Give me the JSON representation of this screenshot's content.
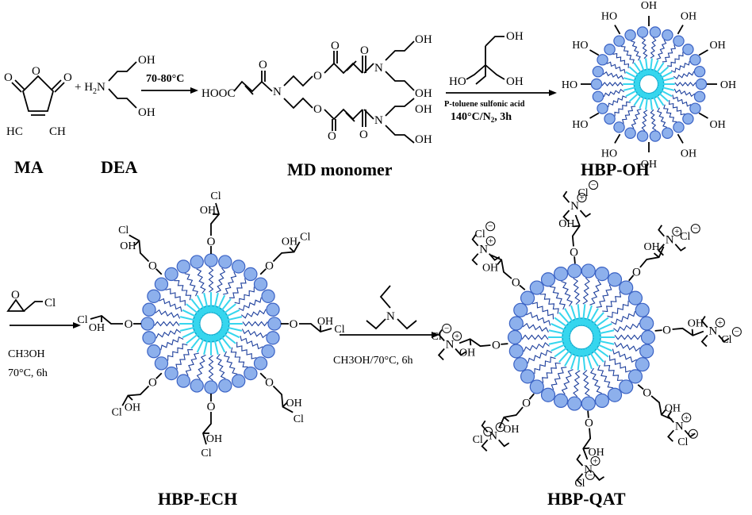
{
  "colors": {
    "sphere_fill": "#8db0ec",
    "sphere_stroke": "#3a62c4",
    "core_fill": "#36d6ee",
    "core_stroke": "#12a8cc",
    "chain": "#1d3f9c",
    "ink": "#000000"
  },
  "compounds": {
    "ma": "MA",
    "dea": "DEA",
    "md": "MD monomer",
    "hbp_oh": "HBP-OH",
    "hbp_ech": "HBP-ECH",
    "hbp_qat": "HBP-QAT"
  },
  "conditions": {
    "step1": "70-80°C",
    "step2_reagent": "P-toluene sulfonic acid",
    "step2_temp": "140°C/N",
    "step2_sub": "2",
    "step2_time": ", 3h",
    "step3_solvent": "CH3OH",
    "step3_time": "70°C, 6h",
    "step4": "CH3OH/70°C, 6h"
  },
  "atoms": {
    "oh": "OH",
    "ho": "HO",
    "hc": "HC",
    "ch": "CH",
    "h2n_pre": "+ H",
    "h2n_sub": "2",
    "h2n_n": "N",
    "hooc": "HOOC",
    "n": "N",
    "o": "O",
    "cl": "Cl",
    "plus": "+",
    "minus": "−"
  }
}
